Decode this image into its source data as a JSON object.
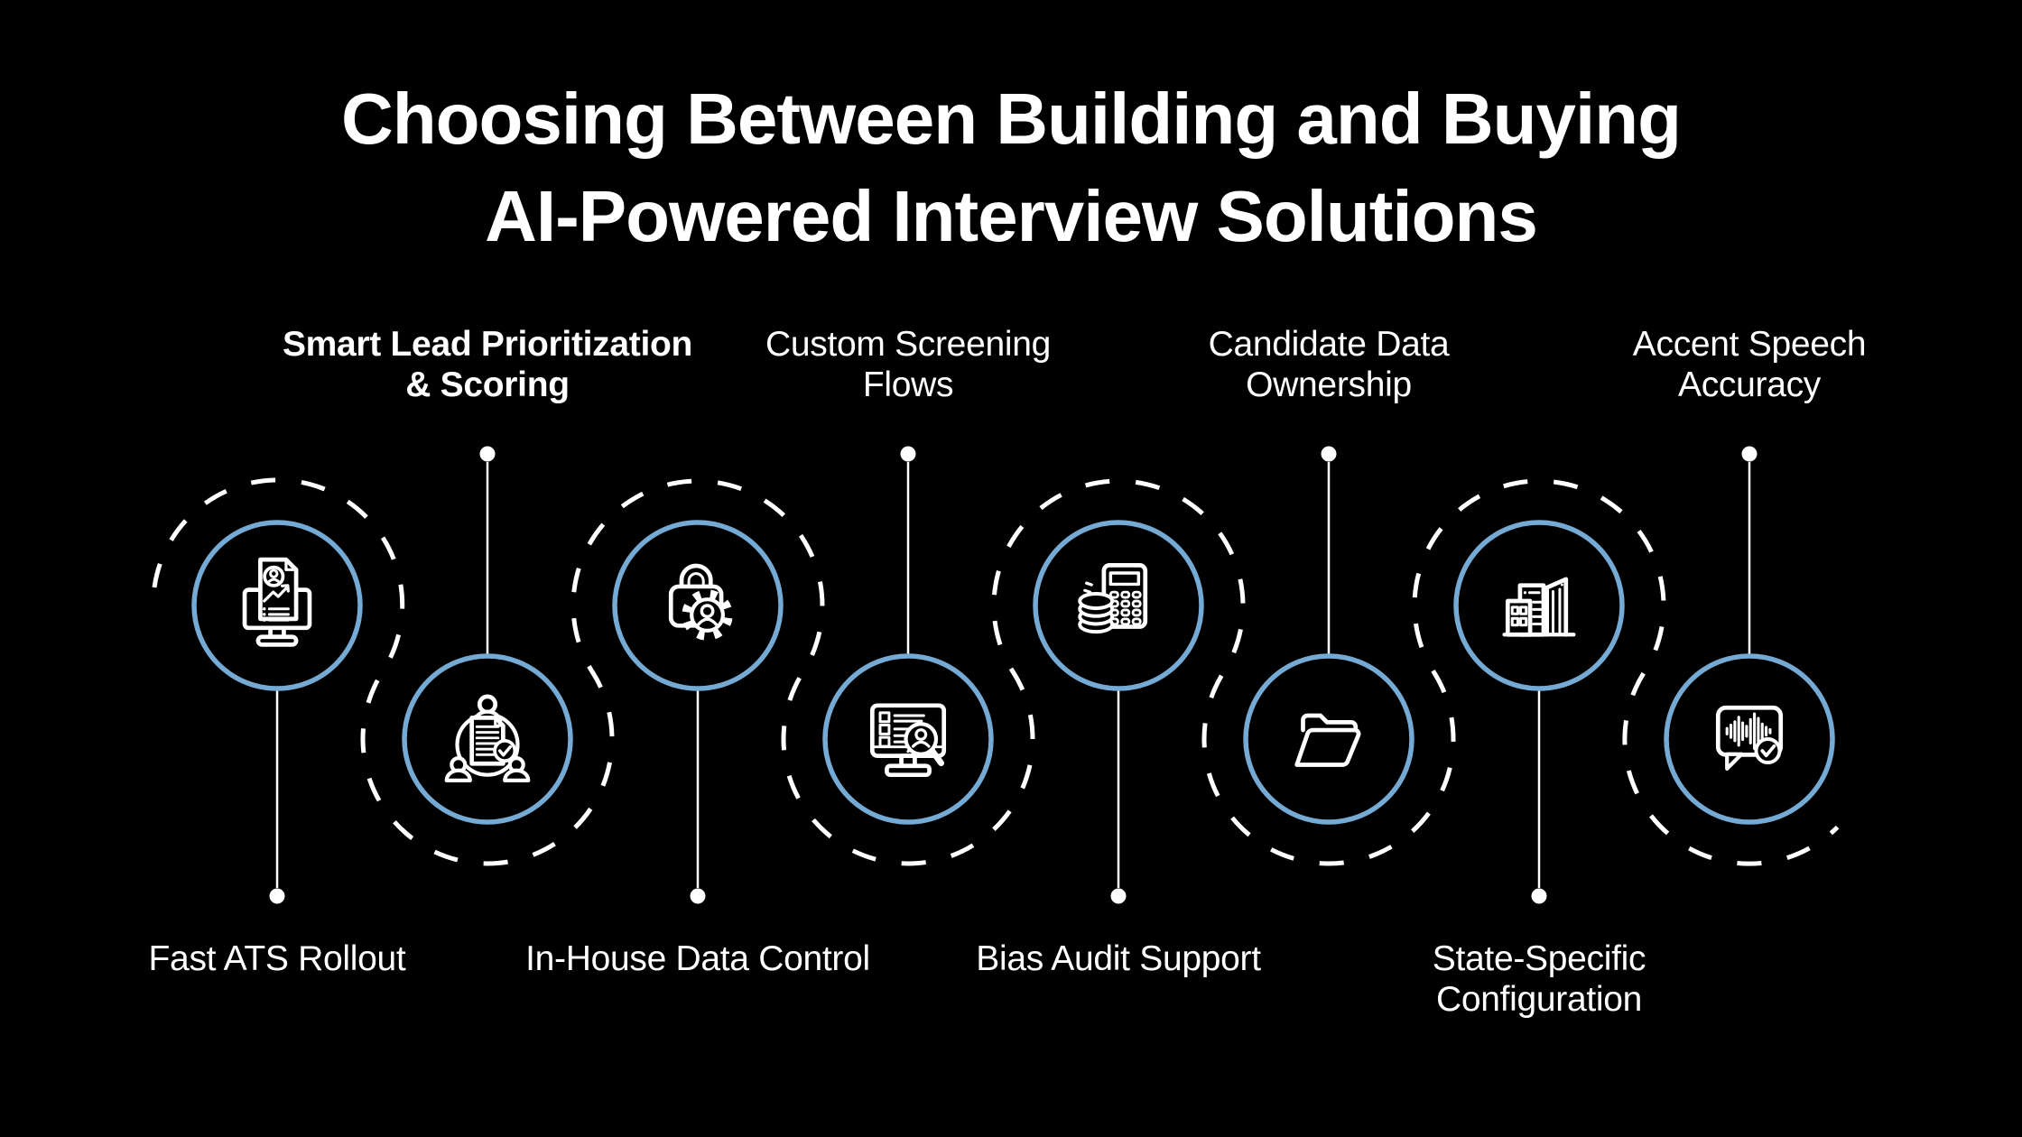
{
  "title": {
    "line1": "Choosing Between Building and Buying",
    "line2": "AI-Powered Interview Solutions"
  },
  "colors": {
    "background": "#000000",
    "ring_blue": "#74aad4",
    "path_white": "#ffffff",
    "text_white": "#ffffff"
  },
  "nodes": [
    {
      "label": "Fast ATS Rollout",
      "label_lines": [
        "Fast ATS Rollout"
      ],
      "label_position": "bottom",
      "bold": false,
      "icon": "resume-monitor-icon"
    },
    {
      "label": "Smart Lead Prioritization & Scoring",
      "label_lines": [
        "Smart Lead Prioritization",
        "& Scoring"
      ],
      "label_position": "top",
      "bold": true,
      "icon": "lead-scoring-icon"
    },
    {
      "label": "In-House Data Control",
      "label_lines": [
        "In-House Data Control"
      ],
      "label_position": "bottom",
      "bold": false,
      "icon": "lock-gear-icon"
    },
    {
      "label": "Custom Screening Flows",
      "label_lines": [
        "Custom Screening",
        "Flows"
      ],
      "label_position": "top",
      "bold": false,
      "icon": "screening-monitor-icon"
    },
    {
      "label": "Bias Audit Support",
      "label_lines": [
        "Bias Audit Support"
      ],
      "label_position": "bottom",
      "bold": false,
      "icon": "cost-calculator-icon"
    },
    {
      "label": "Candidate Data Ownership",
      "label_lines": [
        "Candidate Data",
        "Ownership"
      ],
      "label_position": "top",
      "bold": false,
      "icon": "folder-icon"
    },
    {
      "label": "State-Specific Configuration",
      "label_lines": [
        "State-Specific",
        "Configuration"
      ],
      "label_position": "bottom",
      "bold": false,
      "icon": "buildings-icon"
    },
    {
      "label": "Accent Speech Accuracy",
      "label_lines": [
        "Accent Speech",
        "Accuracy"
      ],
      "label_position": "top",
      "bold": false,
      "icon": "voice-accuracy-icon"
    }
  ]
}
